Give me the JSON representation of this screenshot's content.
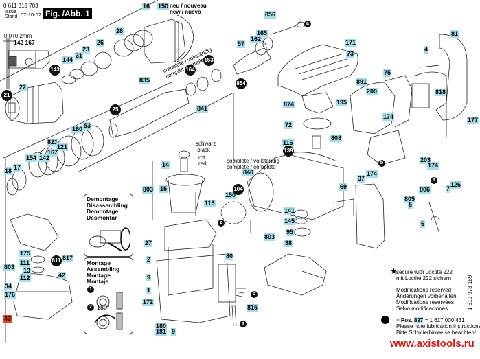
{
  "header": {
    "part_number": "0 611 318 703",
    "issue_label_1": "Issue",
    "issue_label_2": "Stand",
    "issue_date": "07-10-02",
    "figure_tag": "Fig. /Abb. 1",
    "tolerance": "0,0+0,2mm",
    "tolerance_parts": "142 167"
  },
  "annotations": {
    "neu_1": "neu / nouveau",
    "neu_2": "new / nuevo",
    "complete_835_1": "complete / vollständig",
    "complete_835_2": "complet / completo",
    "complete_840_1": "complete / vollständig",
    "complete_840_2": "complete / completo",
    "schwarz": "schwarz",
    "black": "black",
    "rot": "rot",
    "red": "red"
  },
  "demontage_box": {
    "lines": [
      "Demontage",
      "Disassembling",
      "Demontage",
      "Desmontar"
    ]
  },
  "montage_box": {
    "lines": [
      "Montage",
      "Assembling",
      "Montage",
      "Montaje"
    ],
    "step1": "1",
    "step2": "2",
    "angle": "180°"
  },
  "part_labels": [
    {
      "id": "16"
    },
    {
      "id": "150"
    },
    {
      "id": "28"
    },
    {
      "id": "26"
    },
    {
      "id": "23"
    },
    {
      "id": "31"
    },
    {
      "id": "144"
    },
    {
      "id": "22"
    },
    {
      "id": "835"
    },
    {
      "id": "841"
    },
    {
      "id": "57"
    },
    {
      "id": "162"
    },
    {
      "id": "165"
    },
    {
      "id": "856"
    },
    {
      "id": "171"
    },
    {
      "id": "73"
    },
    {
      "id": "81"
    },
    {
      "id": "4"
    },
    {
      "id": "75"
    },
    {
      "id": "891"
    },
    {
      "id": "200"
    },
    {
      "id": "195"
    },
    {
      "id": "174"
    },
    {
      "id": "808"
    },
    {
      "id": "818"
    },
    {
      "id": "177"
    },
    {
      "id": "203"
    },
    {
      "id": "174b"
    },
    {
      "id": "874"
    },
    {
      "id": "72"
    },
    {
      "id": "116"
    },
    {
      "id": "160"
    },
    {
      "id": "53"
    },
    {
      "id": "821"
    },
    {
      "id": "121"
    },
    {
      "id": "167"
    },
    {
      "id": "142"
    },
    {
      "id": "154"
    },
    {
      "id": "17"
    },
    {
      "id": "18"
    },
    {
      "id": "14"
    },
    {
      "id": "15"
    },
    {
      "id": "803"
    },
    {
      "id": "113"
    },
    {
      "id": "27"
    },
    {
      "id": "2"
    },
    {
      "id": "9"
    },
    {
      "id": "1"
    },
    {
      "id": "172"
    },
    {
      "id": "180"
    },
    {
      "id": "181"
    },
    {
      "id": "9b"
    },
    {
      "id": "80"
    },
    {
      "id": "815"
    },
    {
      "id": "840"
    },
    {
      "id": "150b"
    },
    {
      "id": "141"
    },
    {
      "id": "145"
    },
    {
      "id": "95"
    },
    {
      "id": "803b"
    },
    {
      "id": "38"
    },
    {
      "id": "69"
    },
    {
      "id": "37"
    },
    {
      "id": "174c"
    },
    {
      "id": "806"
    },
    {
      "id": "805"
    },
    {
      "id": "5"
    },
    {
      "id": "7"
    },
    {
      "id": "126"
    },
    {
      "id": "6"
    },
    {
      "id": "175"
    },
    {
      "id": "111"
    },
    {
      "id": "13"
    },
    {
      "id": "112"
    },
    {
      "id": "817"
    },
    {
      "id": "42"
    },
    {
      "id": "34"
    },
    {
      "id": "176"
    },
    {
      "id": "43"
    },
    {
      "id": "803c"
    }
  ],
  "labels": {
    "l16": "16",
    "l150": "150",
    "l28": "28",
    "l26": "26",
    "l23": "23",
    "l31": "31",
    "l144": "144",
    "l22": "22",
    "l835": "835",
    "l841": "841",
    "l57": "57",
    "l162": "162",
    "l165": "165",
    "l856": "856",
    "l171": "171",
    "l73": "73",
    "l81": "81",
    "l4": "4",
    "l75": "75",
    "l891": "891",
    "l200": "200",
    "l195": "195",
    "l174a": "174",
    "l808": "808",
    "l818": "818",
    "l177": "177",
    "l203": "203",
    "l174b": "174",
    "l874": "874",
    "l72": "72",
    "l116": "116",
    "l160": "160",
    "l53": "53",
    "l821": "821",
    "l121": "121",
    "l167": "167",
    "l142": "142",
    "l154": "154",
    "l17": "17",
    "l18": "18",
    "l14": "14",
    "l15": "15",
    "l803a": "803",
    "l113": "113",
    "l27": "27",
    "l2": "2",
    "l9a": "9",
    "l1": "1",
    "l172": "172",
    "l180": "180",
    "l181": "181",
    "l9b": "9",
    "l80": "80",
    "l815": "815",
    "l840": "840",
    "l150b": "150",
    "l141": "141",
    "l145": "145",
    "l95": "95",
    "l803b": "803",
    "l38": "38",
    "l69": "69",
    "l37": "37",
    "l174c": "174",
    "l806": "806",
    "l805": "805",
    "l5": "5",
    "l7": "7",
    "l126": "126",
    "l6": "6",
    "l175": "175",
    "l111": "111",
    "l13": "13",
    "l112": "112",
    "l803c": "803",
    "l817": "817",
    "l42": "42",
    "l34": "34",
    "l176": "176",
    "l43": "43"
  },
  "lubrication_dots": {
    "d143": "143",
    "d21": "21",
    "d25": "25",
    "d164": "164",
    "d163": "163",
    "d854": "854",
    "d139": "139",
    "d104": "104",
    "d811": "811"
  },
  "connectors": {
    "a1": "a",
    "a2": "a",
    "a3": "a",
    "b1": "b",
    "b2": "b",
    "z": "z"
  },
  "notes": {
    "star_1": "secure with Loctite 222",
    "star_2": "mit Loctite 222 sichern",
    "mod_1": "Modifications reserved",
    "mod_2": "Änderungen vorbehalten",
    "mod_3": "Modifications resérvées",
    "mod_4": "Salvo modificaciones",
    "pos_prefix": "= Pos.",
    "pos_number": "897",
    "pos_suffix": "= 1 617 000 431",
    "lub_1": "Please note lubrication instructions!",
    "lub_2": "Bitte Schmierhinweise beachten!",
    "drawing_number": "1 619 973 189",
    "url": "www.axistools.ru"
  },
  "colors": {
    "label_bg": "#a7dde9",
    "highlight": "#e34224",
    "url": "#d41919"
  }
}
